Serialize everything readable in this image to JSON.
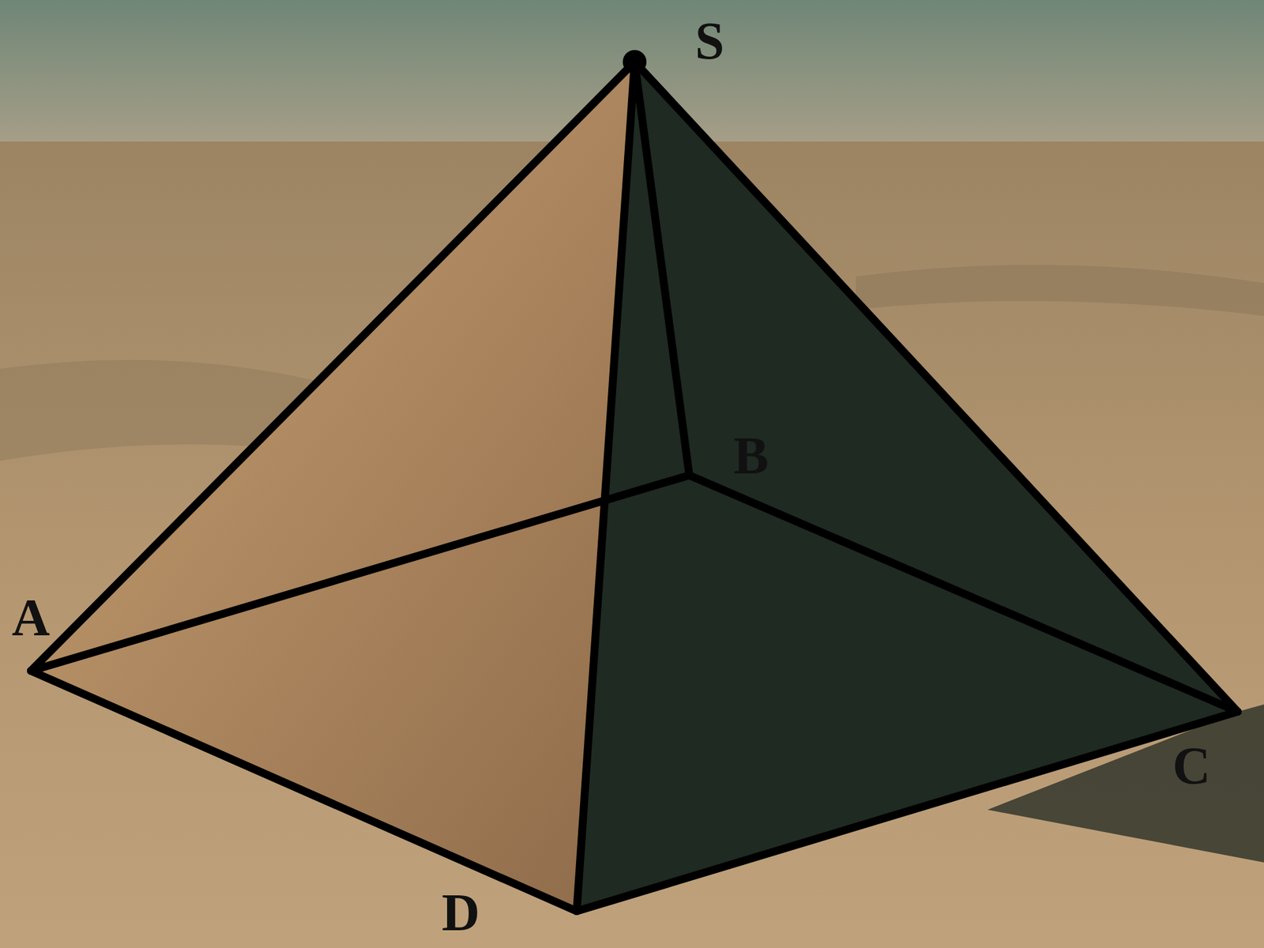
{
  "diagram": {
    "labels": [
      "S",
      "B",
      "A",
      "C",
      "D"
    ]
  }
}
